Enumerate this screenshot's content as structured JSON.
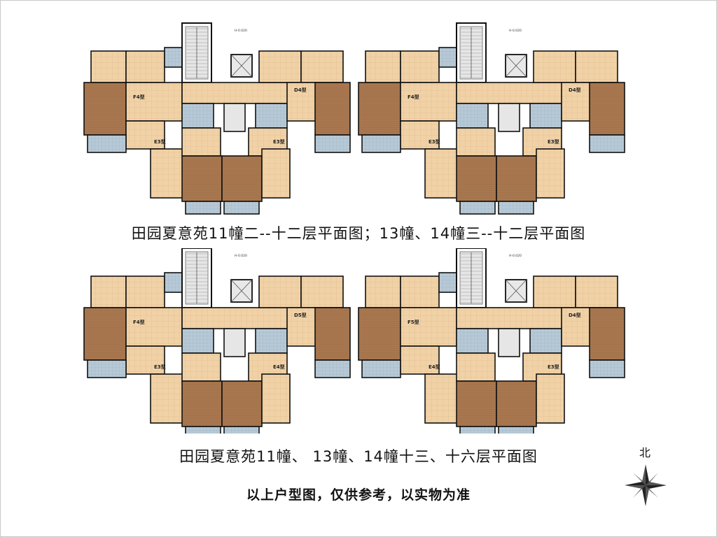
{
  "captions": {
    "upper": "田园夏意苑11幢二--十二层平面图；13幢、14幢三--十二层平面图",
    "lower": "田园夏意苑11幢、 13幢、14幢十三、十六层平面图"
  },
  "notice": "以上户型图，仅供参考，以实物为准",
  "compass": {
    "label": "北"
  },
  "plan_upper": {
    "left_block": {
      "units": [
        "F4型",
        "D4型",
        "E3型",
        "E3型"
      ],
      "elevation": "H-0.020"
    },
    "right_block": {
      "units": [
        "F4型",
        "D4型",
        "E3型",
        "E3型"
      ],
      "elevation": "H-0.020"
    }
  },
  "plan_lower": {
    "units": [
      "F4型",
      "E3型",
      "E4型",
      "D5型",
      "F5型",
      "E4型",
      "E3型",
      "D4型"
    ],
    "elevation": "H-0.020"
  },
  "colors": {
    "floor_tile": "#f1d2a6",
    "bedroom_wood": "#a8774f",
    "wet_area": "#b7c9d6",
    "stair": "#e6e6e6",
    "wall": "#111111"
  }
}
